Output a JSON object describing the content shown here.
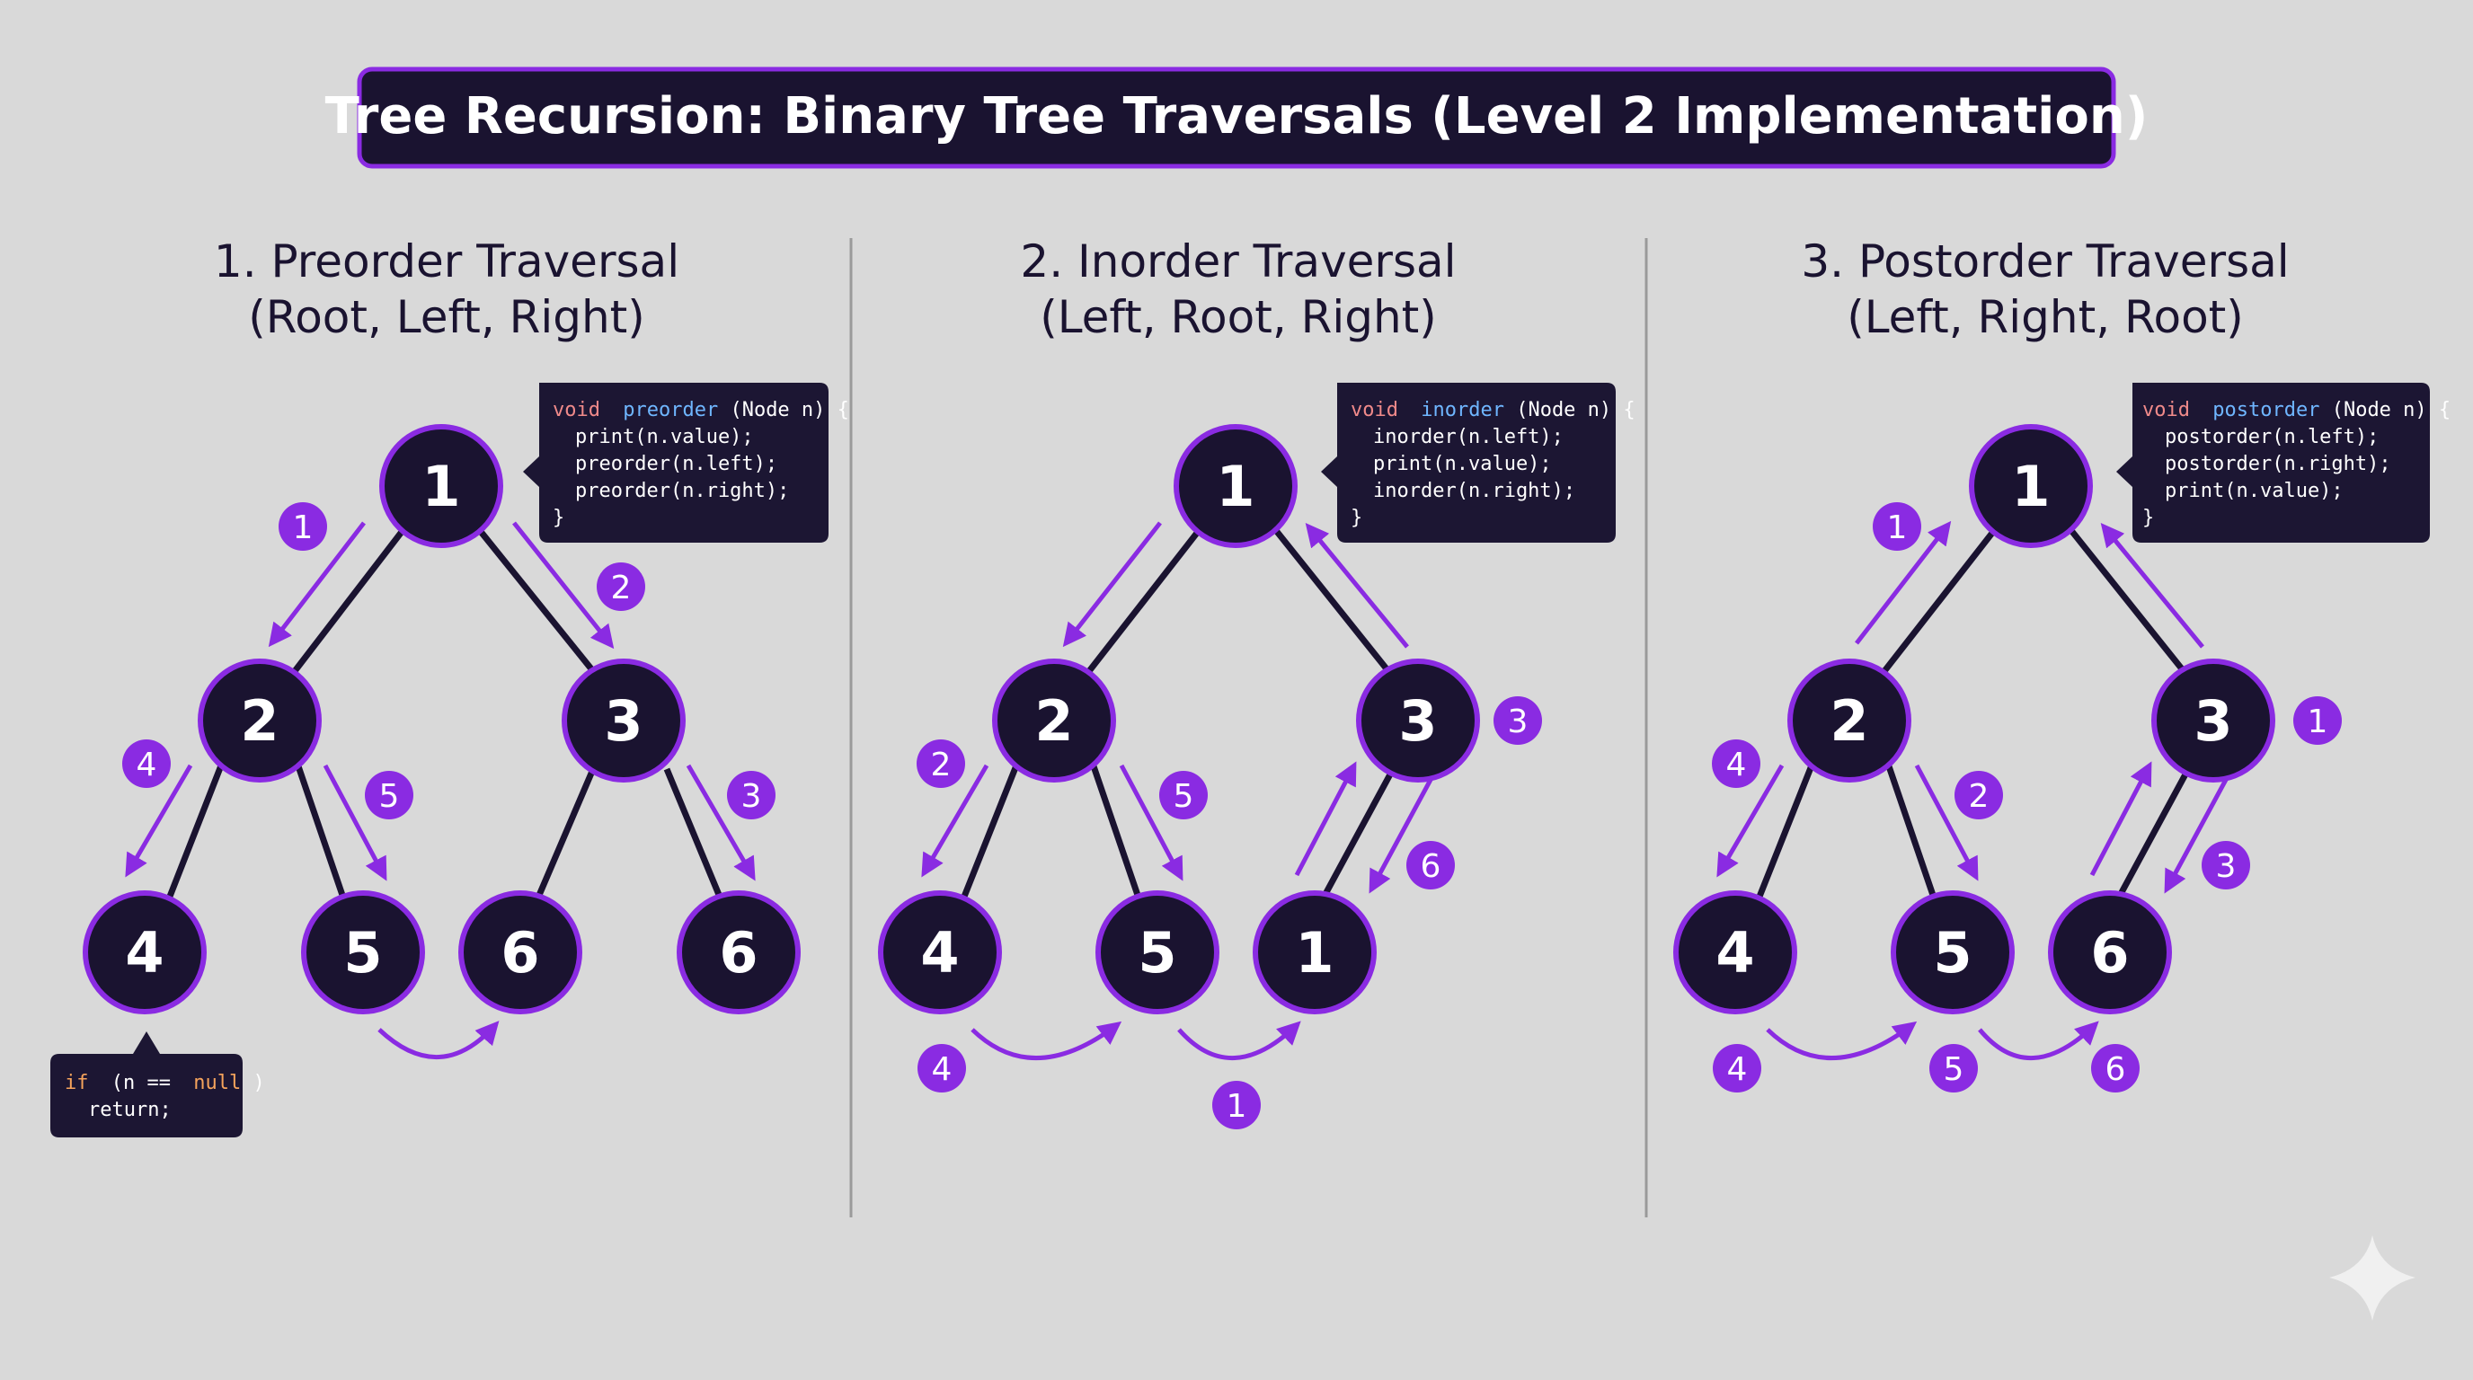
{
  "title": "Tree Recursion: Binary Tree Traversals (Level 2 Implementation)",
  "colors": {
    "background": "#d9d9d9",
    "node_fill": "#1a1330",
    "accent": "#8a2be2",
    "code_bg": "#1c1633",
    "keyword": "#f08a8a",
    "function": "#6fb6ff",
    "null_literal": "#f5a35c"
  },
  "panels": [
    {
      "heading_line1": "1. Preorder Traversal",
      "heading_line2": "(Root, Left, Right)",
      "nodes": [
        "1",
        "2",
        "3",
        "4",
        "5",
        "6",
        "6"
      ],
      "code": {
        "keyword": "void",
        "function": "preorder",
        "params": "(Node n) {",
        "body": [
          "print(n.value);",
          "preorder(n.left);",
          "preorder(n.right);"
        ],
        "close": "}"
      },
      "step_badges": [
        "1",
        "2",
        "4",
        "5",
        "3"
      ],
      "base_case": {
        "kw1": "if",
        "mid": "(n ==",
        "null_word": "null",
        "end": ")",
        "line2": "return;"
      }
    },
    {
      "heading_line1": "2. Inorder Traversal",
      "heading_line2": "(Left, Root, Right)",
      "nodes": [
        "1",
        "2",
        "3",
        "4",
        "5",
        "1"
      ],
      "code": {
        "keyword": "void",
        "function": "inorder",
        "params": "(Node n) {",
        "body": [
          "inorder(n.left);",
          "print(n.value);",
          "inorder(n.right);"
        ],
        "close": "}"
      },
      "step_badges": [
        "3",
        "2",
        "5",
        "6",
        "4",
        "1"
      ]
    },
    {
      "heading_line1": "3. Postorder Traversal",
      "heading_line2": "(Left, Right, Root)",
      "nodes": [
        "1",
        "2",
        "3",
        "4",
        "5",
        "6"
      ],
      "code": {
        "keyword": "void",
        "function": "postorder",
        "params": "(Node n) {",
        "body": [
          "postorder(n.left);",
          "postorder(n.right);",
          "print(n.value);"
        ],
        "close": "}"
      },
      "step_badges": [
        "1",
        "1",
        "4",
        "2",
        "3",
        "4",
        "5",
        "6"
      ]
    }
  ]
}
